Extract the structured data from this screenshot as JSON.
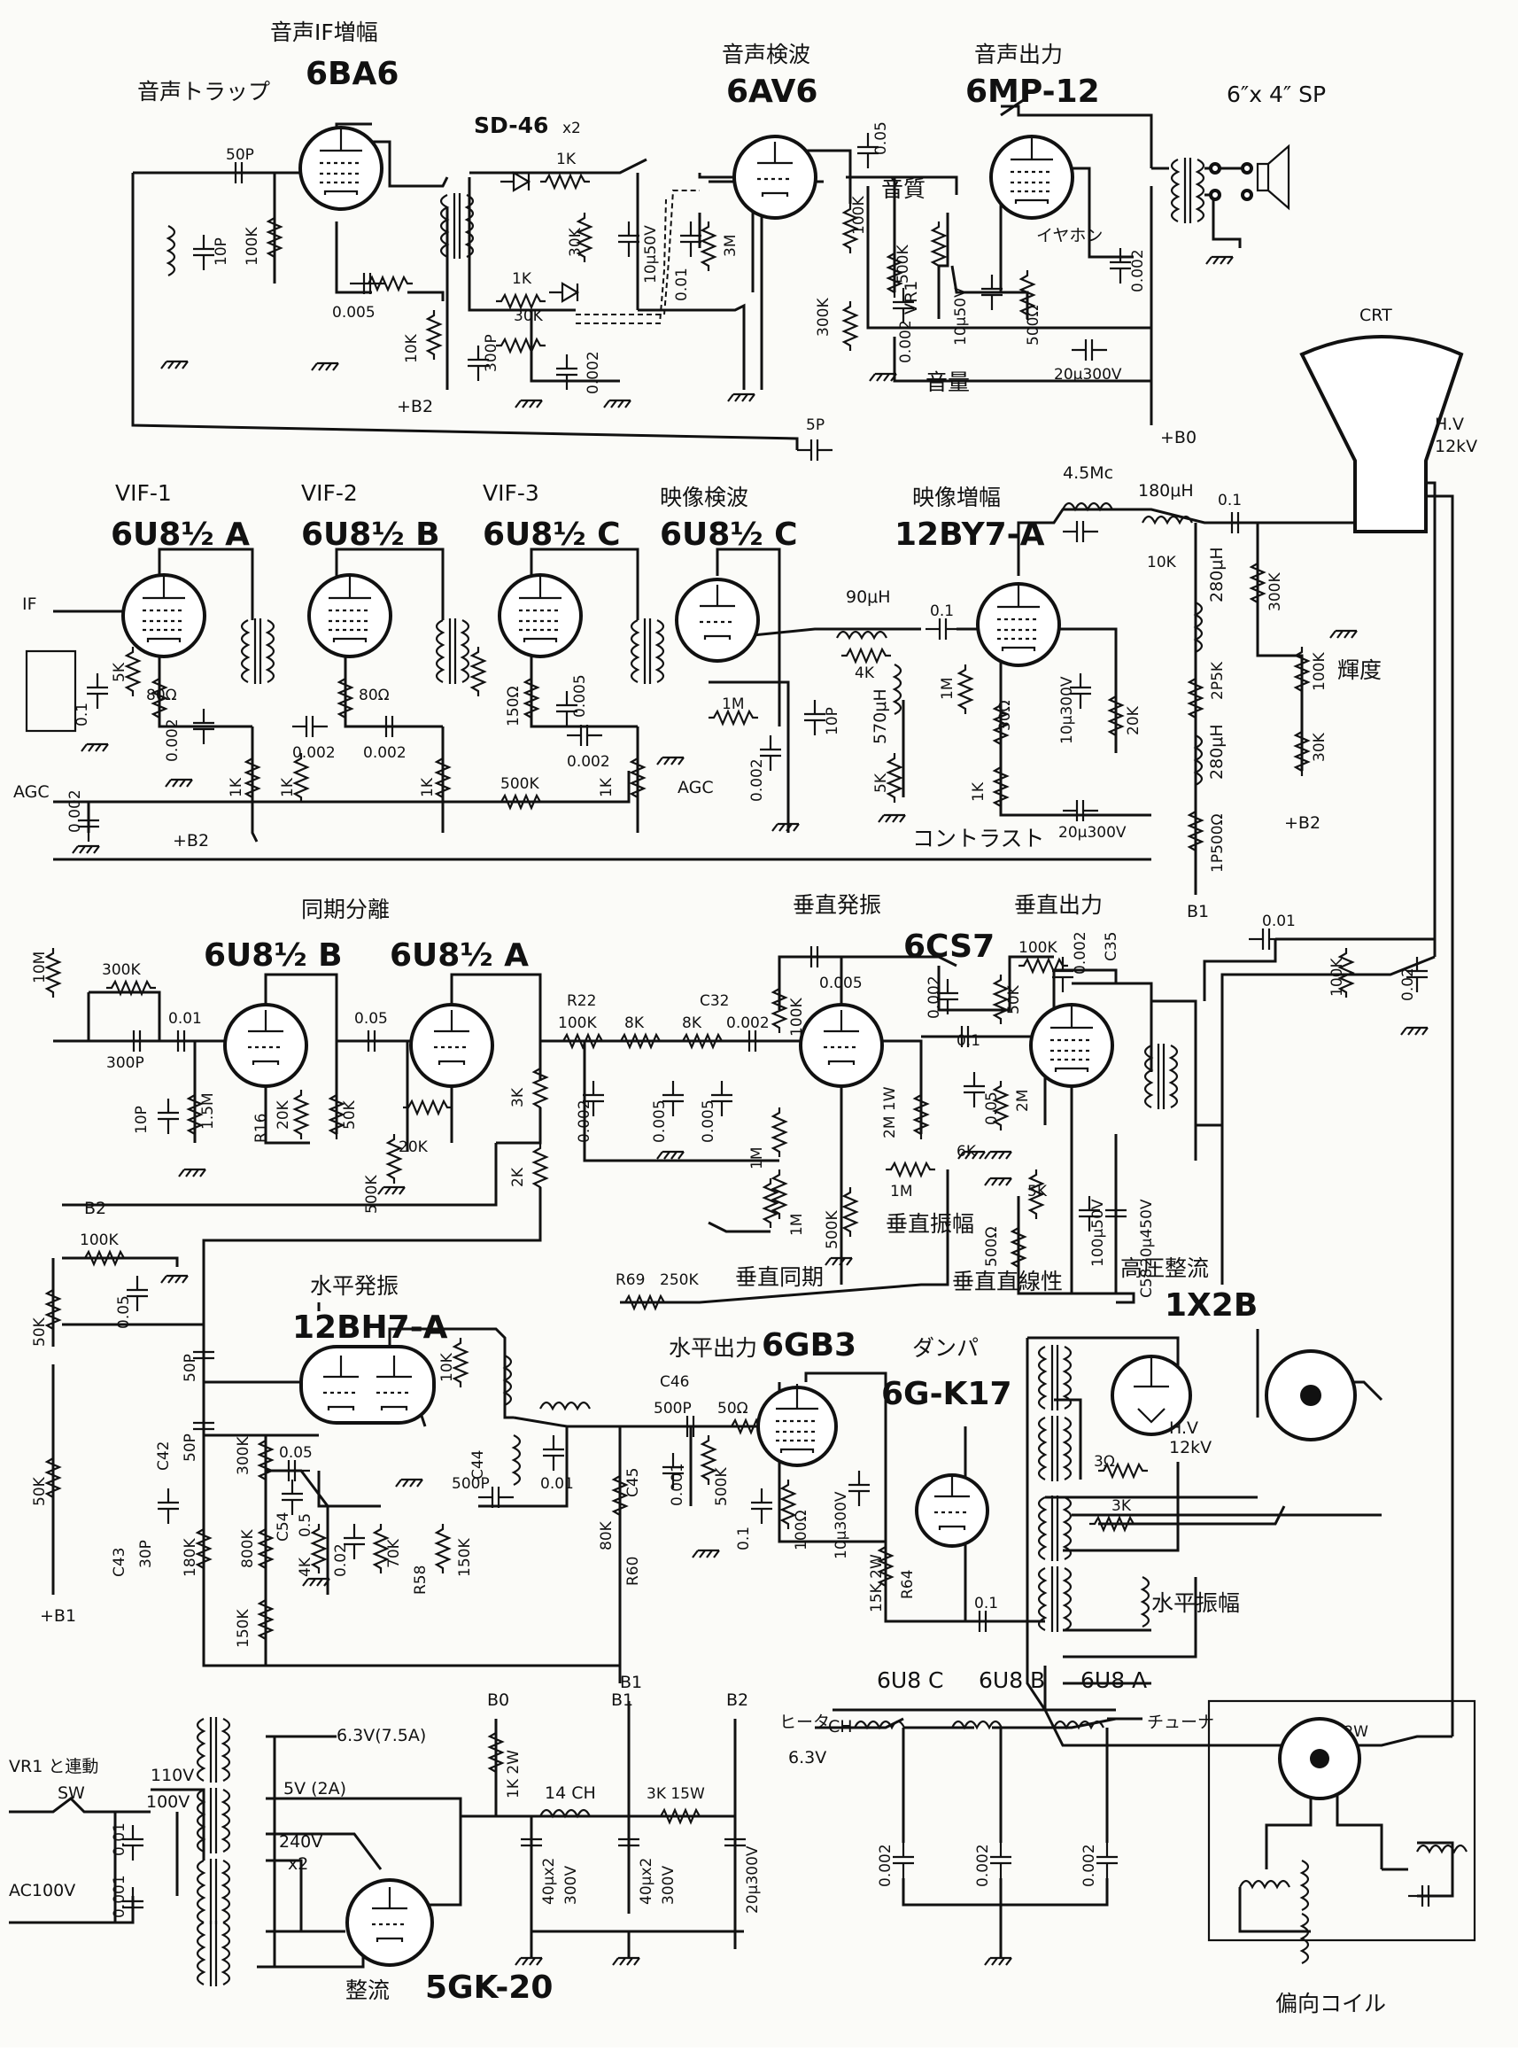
{
  "tubes": {
    "sif": {
      "func": "音声IF増幅",
      "name": "6BA6"
    },
    "sdet": {
      "func": "音声検波",
      "name": "6AV6"
    },
    "sout": {
      "func": "音声出力",
      "name": "6MP-12"
    },
    "vif1": {
      "func": "VIF-1",
      "name": "6U8½ A"
    },
    "vif2": {
      "func": "VIF-2",
      "name": "6U8½ B"
    },
    "vif3": {
      "func": "VIF-3",
      "name": "6U8½ C"
    },
    "vdet": {
      "func": "映像検波",
      "name": "6U8½ C"
    },
    "vamp": {
      "func": "映像増幅",
      "name": "12BY7-A"
    },
    "sync_b": {
      "func": "同期分離",
      "name": "6U8½ B"
    },
    "sync_a": {
      "name": "6U8½ A"
    },
    "vosc": {
      "func": "垂直発振"
    },
    "vout": {
      "func": "垂直出力"
    },
    "v6cs7": {
      "name": "6CS7"
    },
    "hosc": {
      "func": "水平発振",
      "name": "12BH7-A"
    },
    "hout": {
      "func": "水平出力",
      "name": "6GB3"
    },
    "damp": {
      "func": "ダンパ",
      "name": "6G-K17"
    },
    "hvr": {
      "func": "高圧整流",
      "name": "1X2B"
    },
    "rect": {
      "func": "整流",
      "name": "5GK-20"
    },
    "crt": {
      "name": "CRT"
    }
  },
  "labels": {
    "sound_trap": "音声トラップ",
    "sd46": "SD-46",
    "sd46_x": "x2",
    "speaker": "6″x 4″ SP",
    "tone": "音質",
    "volume": "音量",
    "earphone": "イヤホン",
    "vr1": "VR1",
    "contrast": "コントラスト",
    "brightness": "輝度",
    "agc": "AGC",
    "agc_in": "AGC",
    "if_in": "IF",
    "vsync": "垂直同期",
    "vamp_ctl": "垂直振幅",
    "vlin": "垂直直線性",
    "hamp": "水平振幅",
    "deflect": "偏向コイル",
    "heater": "ヒータ",
    "heater_ch": "CH",
    "tuner": "チューナ",
    "heater_v": "6.3V",
    "h6u8c": "6U8 C",
    "h6u8b": "6U8 B",
    "h6u8a": "6U8 A",
    "sw_linked": "VR1 と連動",
    "sw": "SW",
    "ac100": "AC100V",
    "v110": "110V",
    "v100": "100V",
    "v63": "6.3V(7.5A)",
    "v5": "5V (2A)",
    "v240": "240V",
    "v240x": "x2",
    "ch14": "14 CH",
    "b0": "+B0",
    "b0b": "B0",
    "b1": "B1",
    "b1b": "B1",
    "b1c": "+B1",
    "b1d": "B1",
    "b2": "+B2",
    "b2b": "+B2",
    "b2c": "B2",
    "b2d": "B2",
    "b2e": "+B2",
    "b0c": "+B0",
    "hv1": "H.V",
    "hv1v": "12kV",
    "hv2": "H.V",
    "hv2v": "12kV",
    "mc45": "4.5Mc",
    "uh180": "180μH",
    "uh90": "90μH",
    "uh570": "570μH",
    "uh280a": "280μH",
    "uh280b": "280μH"
  },
  "values": {
    "c50p": "50P",
    "c10p": "10P",
    "r100k": "100K",
    "c0005": "0.005",
    "r10k": "10K",
    "c300p": "300P",
    "r1k": "1K",
    "r30k": "30K",
    "r1k2": "1K",
    "r30k2": "30K",
    "c0002": "0.002",
    "c10u50": "10μ50V",
    "c001": "0.01",
    "r3m": "3M",
    "r300k": "300K",
    "r100k2": "100K",
    "c005": "0.05",
    "r500k": "500K",
    "c0002b": "0.002",
    "c10u50b": "10μ50V",
    "r500o": "500Ω",
    "c0002c": "0.002",
    "c20u300": "20μ300V",
    "c5p": "5P",
    "r5k": "5K",
    "c01": "0.1",
    "r80o": "80Ω",
    "c0002d": "0.002",
    "r1k3": "1K",
    "c0002e": "0.002",
    "c0002f": "0.002",
    "r80o2": "80Ω",
    "r1k4": "1K",
    "r150o": "150Ω",
    "c0005b": "0.005",
    "c0002g": "0.002",
    "r1k5": "1K",
    "r500k2": "500K",
    "r1k6": "1K",
    "r1m": "1M",
    "c0002h": "0.002",
    "c10p2": "10P",
    "c0002i": "0.002",
    "r4k": "4K",
    "c01b": "0.1",
    "r5k2": "5K",
    "r1m2": "1M",
    "r30o": "30Ω",
    "c10u300": "10μ300V",
    "r20k": "20K",
    "r1k7": "1K",
    "c20u300b": "20μ300V",
    "r10k2": "10K",
    "c01c": "0.1",
    "r300k2": "300K",
    "r2p5k": "2P5K",
    "r100k3": "100K",
    "r30k3": "30K",
    "r1p500": "1P500Ω"
  },
  "values2": {
    "r10m": "10M",
    "r300k": "300K",
    "c001": "0.01",
    "c300p": "300P",
    "c10p": "10P",
    "r15m": "1.5M",
    "r16": "R16",
    "r20k": "20K",
    "r50k": "50K",
    "c005": "0.05",
    "r20k2": "20K",
    "r500k": "500K",
    "r3k": "3K",
    "r2k": "2K",
    "r22": "R22",
    "r100k": "100K",
    "r8k": "8K",
    "r8k2": "8K",
    "c32": "C32",
    "c0002": "0.002",
    "c0002b": "0.002",
    "c0005": "0.005",
    "c0005b": "0.005",
    "r1m": "1M",
    "r1m2": "1M",
    "r100k2": "100K",
    "c0005c": "0.005",
    "r2m1w": "2M 1W",
    "r1mb": "1M",
    "r500k2": "500K",
    "r100k3": "100K",
    "c0002c": "0.002",
    "c35": "C35",
    "c0002d": "0.002",
    "r50k2": "50K",
    "c01": "0.1",
    "c005b": "0.05",
    "r2m": "2M",
    "r6k": "6K",
    "r5k": "5K",
    "r500o": "500Ω",
    "c100u50": "100μ50V",
    "c20u450": "20μ450V",
    "c58": "C58",
    "c001b": "0.01",
    "r100k4": "100K",
    "c002": "0.02",
    "r69": "R69",
    "r250k": "250K"
  },
  "values3": {
    "r100k": "100K",
    "c005": "0.05",
    "r50k": "50K",
    "r50k2": "50K",
    "c50p": "50P",
    "c42": "C42",
    "c50p2": "50P",
    "c43": "C43",
    "c30p": "30P",
    "r180k": "180K",
    "r300k": "300K",
    "c005b": "0.05",
    "c54": "C54",
    "c05": "0.5",
    "r800k": "800K",
    "r4k": "4K",
    "c002": "0.02",
    "r70k": "70K",
    "r150k": "150K",
    "r58": "R58",
    "r150k2": "150K",
    "r10k": "10K",
    "c44": "C44",
    "c500p": "500P",
    "c001": "0.01",
    "c46": "C46",
    "c500p2": "500P",
    "r50o": "50Ω",
    "c45": "C45",
    "c0001": "0.001",
    "r500k": "500K",
    "r60": "R60",
    "r80k": "80K",
    "c01": "0.1",
    "r100o": "100Ω",
    "c10u300": "10μ300V",
    "r15k2w": "15K 2W",
    "r64": "R64",
    "c01b": "0.1",
    "r3o": "3Ω",
    "r3k": "3K",
    "r1k2w": "1K 2W",
    "r1k2w2": "1K 2W",
    "r3k15w": "3K 15W",
    "c40u": "40μx2",
    "c40uv": "300V",
    "c40u2": "40μx2",
    "c40u2v": "300V",
    "c20u300": "20μ300V",
    "c0002": "0.002",
    "c0002b": "0.002",
    "c0002c": "0.002",
    "c001b": "0.01",
    "c0001b": "0.001"
  }
}
